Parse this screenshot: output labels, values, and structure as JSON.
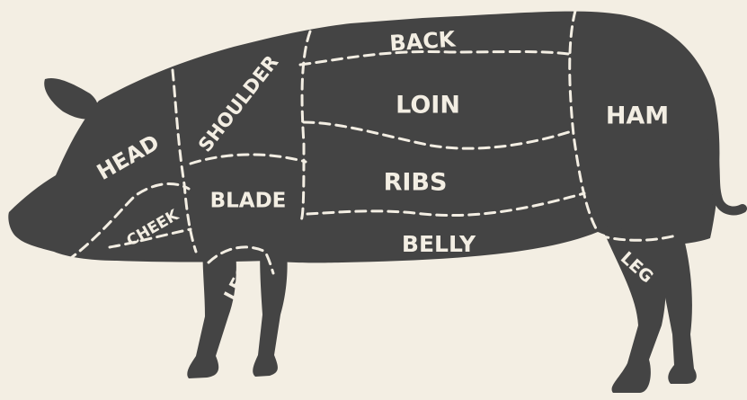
{
  "colors": {
    "background": "#f3eee3",
    "silhouette": "#444444",
    "label": "#f3eee3",
    "cut_line": "#f3eee3"
  },
  "cuts": {
    "head": "HEAD",
    "shoulder": "SHOULDER",
    "back": "BACK",
    "loin": "LOIN",
    "ham": "HAM",
    "cheek": "CHEEK",
    "blade": "BLADE",
    "ribs": "RIBS",
    "belly": "BELLY",
    "front_leg": "LEG",
    "hind_leg": "LEG"
  }
}
